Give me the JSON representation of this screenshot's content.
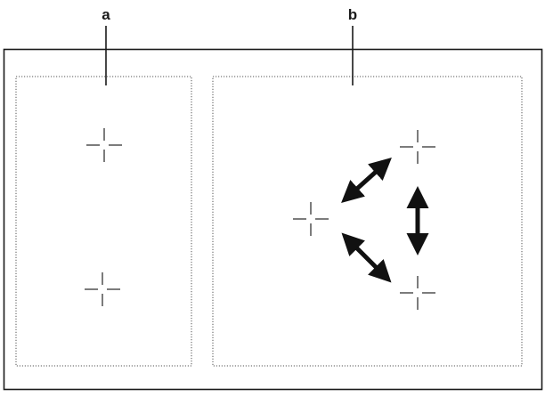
{
  "labels": {
    "panel_a": "a",
    "panel_b": "b"
  },
  "panels": {
    "a": {
      "crosshair_count": 2
    },
    "b": {
      "crosshair_count": 3,
      "arrow_count": 3
    }
  },
  "colors": {
    "stroke": "#1a1a1a",
    "dotted_border": "#555555",
    "crosshair": "#444444",
    "arrow": "#111111",
    "background": "#ffffff"
  }
}
